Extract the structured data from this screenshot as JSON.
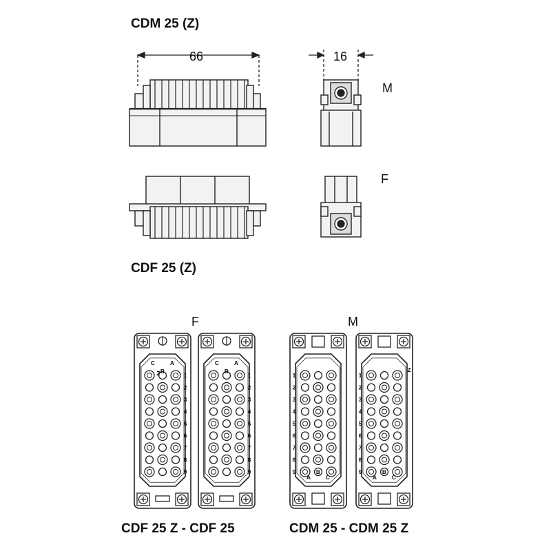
{
  "top_diagram": {
    "title_male": "CDM 25 (Z)",
    "title_female": "CDF 25 (Z)",
    "dimension_length": "66",
    "dimension_width": "16",
    "label_m": "M",
    "label_f": "F"
  },
  "bottom_diagram": {
    "label_f": "F",
    "label_m": "M",
    "caption_female": "CDF 25 Z - CDF 25",
    "caption_male": "CDM 25 - CDM 25 Z",
    "row_numbers": [
      "1",
      "2",
      "3",
      "4",
      "5",
      "6",
      "7",
      "8",
      "9"
    ],
    "pin_letters": {
      "a": "A",
      "b": "B",
      "c": "C",
      "z": "Z"
    }
  }
}
